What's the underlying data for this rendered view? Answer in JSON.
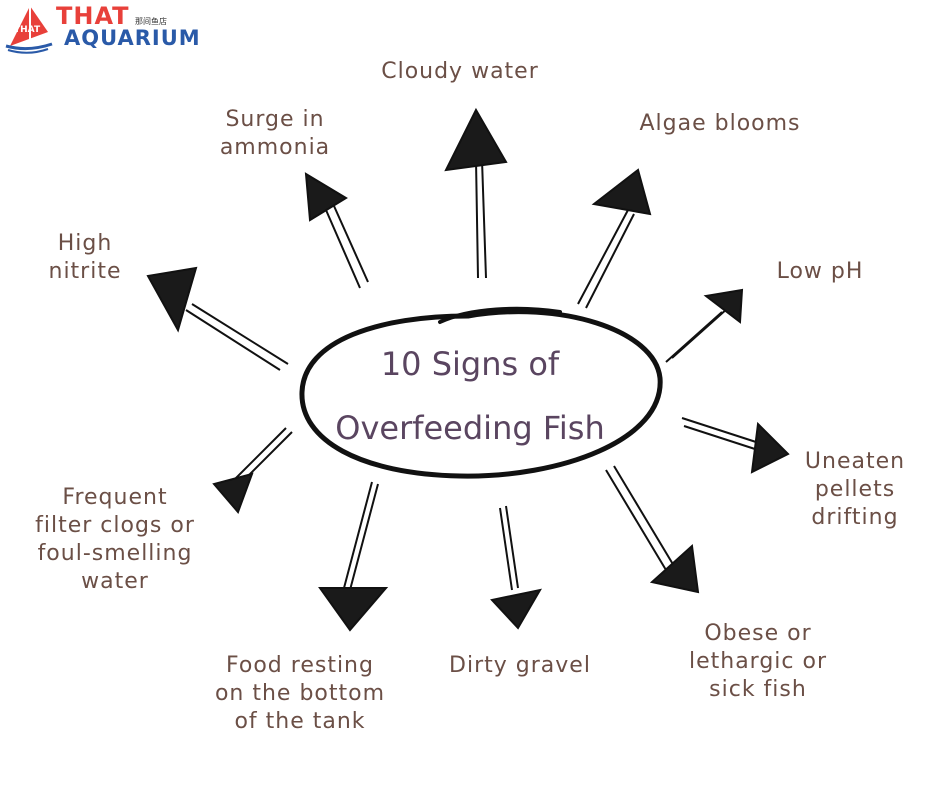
{
  "logo": {
    "line1": "THAT",
    "line2": "AQUARIUM",
    "chinese": "那间鱼店",
    "colors": {
      "red": "#e8403a",
      "blue": "#2a5aa8"
    },
    "icon": "fish-sail-logo-icon"
  },
  "center": {
    "title_line1": "10 Signs of",
    "title_line2": "Overfeeding Fish"
  },
  "signs": [
    {
      "id": "cloudy-water",
      "text": "Cloudy water"
    },
    {
      "id": "algae-blooms",
      "text": "Algae blooms"
    },
    {
      "id": "low-ph",
      "text": "Low pH"
    },
    {
      "id": "uneaten-pellets",
      "text": "Uneaten\npellets\ndrifting"
    },
    {
      "id": "obese-fish",
      "text": "Obese or\nlethargic or\nsick fish"
    },
    {
      "id": "dirty-gravel",
      "text": "Dirty gravel"
    },
    {
      "id": "food-resting",
      "text": "Food resting\non the bottom\nof the tank"
    },
    {
      "id": "filter-clogs",
      "text": "Frequent\nfilter clogs or\nfoul-smelling\nwater"
    },
    {
      "id": "high-nitrite",
      "text": "High\nnitrite"
    },
    {
      "id": "surge-ammonia",
      "text": "Surge in\nammonia"
    }
  ],
  "colors": {
    "text": "#6b4f46",
    "title": "#5a4560",
    "ink": "#1a1a1a"
  }
}
